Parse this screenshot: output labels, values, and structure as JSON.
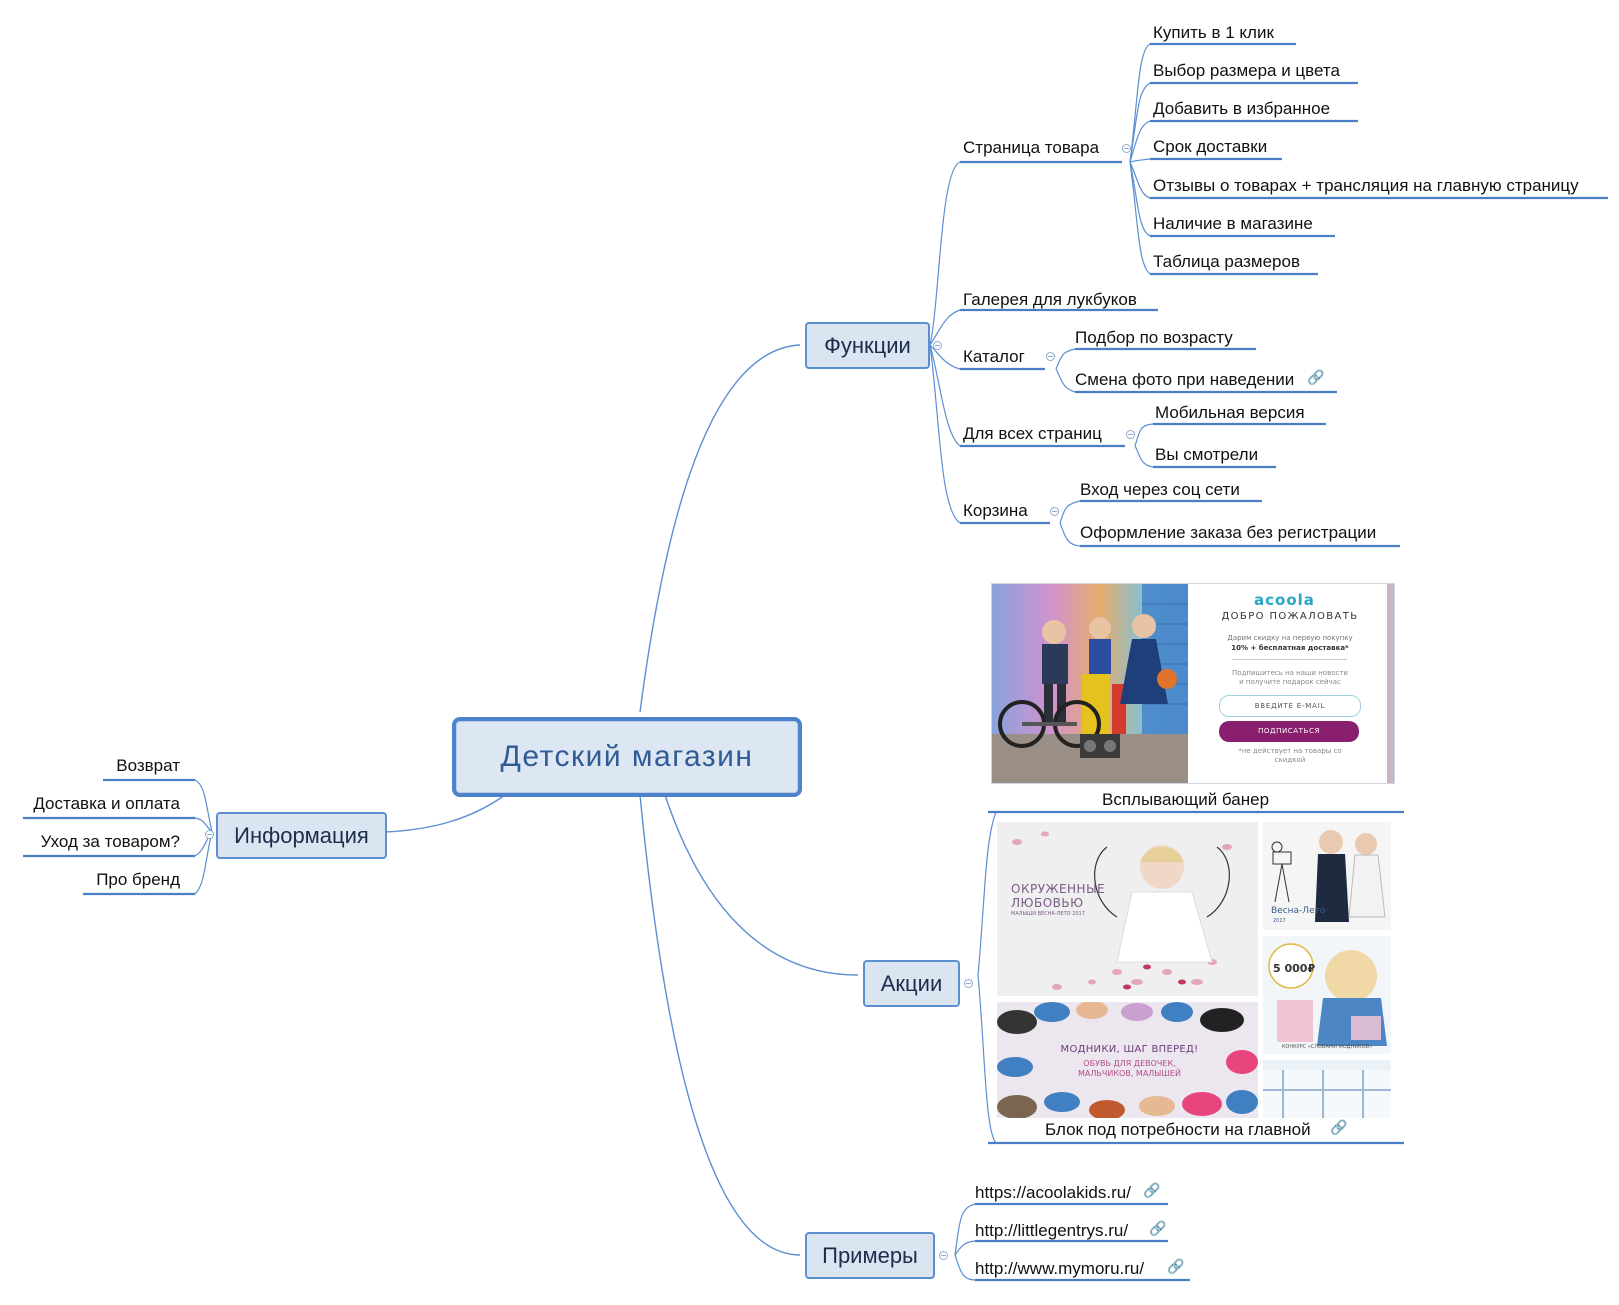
{
  "root": {
    "label": "Детский магазин"
  },
  "branches": {
    "functions": {
      "label": "Функции",
      "product_page": {
        "label": "Страница товара",
        "items": [
          "Купить в 1 клик",
          "Выбор размера и цвета",
          "Добавить в избранное",
          "Срок доставки",
          "Отзывы о товарах + трансляция на главную страницу",
          "Наличие в магазине",
          "Таблица размеров"
        ]
      },
      "gallery": {
        "label": "Галерея для лукбуков"
      },
      "catalog": {
        "label": "Каталог",
        "items": [
          "Подбор по возрасту",
          "Смена фото при наведении"
        ]
      },
      "all_pages": {
        "label": "Для всех страниц",
        "items": [
          "Мобильная версия",
          "Вы смотрели"
        ]
      },
      "cart": {
        "label": "Корзина",
        "items": [
          "Вход через соц сети",
          "Оформление заказа без регистрации"
        ]
      }
    },
    "promotions": {
      "label": "Акции",
      "popup_banner": {
        "caption": "Всплывающий банер",
        "brand": "acoola",
        "welcome": "ДОБРО ПОЖАЛОВАТЬ",
        "offer_line1": "Дарим скидку на первую покупку",
        "offer_line2": "10% + бесплатная доставка*",
        "subscribe_line1": "Подпишитесь на наши новости",
        "subscribe_line2": "и получите подарок сейчас",
        "email_placeholder": "ВВЕДИТЕ E-MAIL",
        "subscribe_button": "ПОДПИСАТЬСЯ",
        "footnote_line1": "*не действует на товары со",
        "footnote_line2": "скидкой"
      },
      "needs_block": {
        "caption": "Блок под потребности на главной",
        "tile1_line1": "ОКРУЖЕННЫЕ",
        "tile1_line2": "ЛЮБОВЬЮ",
        "tile1_sub": "МАЛЫШИ ВЕСНА-ЛЕТО 2017",
        "tile2_label": "Весна-Лето",
        "tile2_year": "2017",
        "tile3_line1": "МОДНИКИ, ШАГ ВПЕРЕД!",
        "tile3_line2": "ОБУВЬ ДЛЯ ДЕВОЧЕК,",
        "tile3_line3": "МАЛЬЧИКОВ, МАЛЫШЕЙ",
        "tile4_price": "5 000₽",
        "tile4_caption": "КОНКУРС «СЛОВАМИ МОДНИКОВ»"
      }
    },
    "examples": {
      "label": "Примеры",
      "items": [
        "https://acoolakids.ru/",
        "http://littlegentrys.ru/",
        "http://www.mymoru.ru/"
      ]
    },
    "info": {
      "label": "Информация",
      "items": [
        "Возврат",
        "Доставка и оплата",
        "Уход за товаром?",
        "Про бренд"
      ]
    }
  },
  "colors": {
    "connector": "#5b8fd2",
    "node_fill": "#dbe5f2",
    "node_border": "#5c8fd0",
    "root_text": "#305b94",
    "underline": "#4a7fc7"
  },
  "icons": {
    "link": "link-icon",
    "collapse": "collapse-icon"
  }
}
